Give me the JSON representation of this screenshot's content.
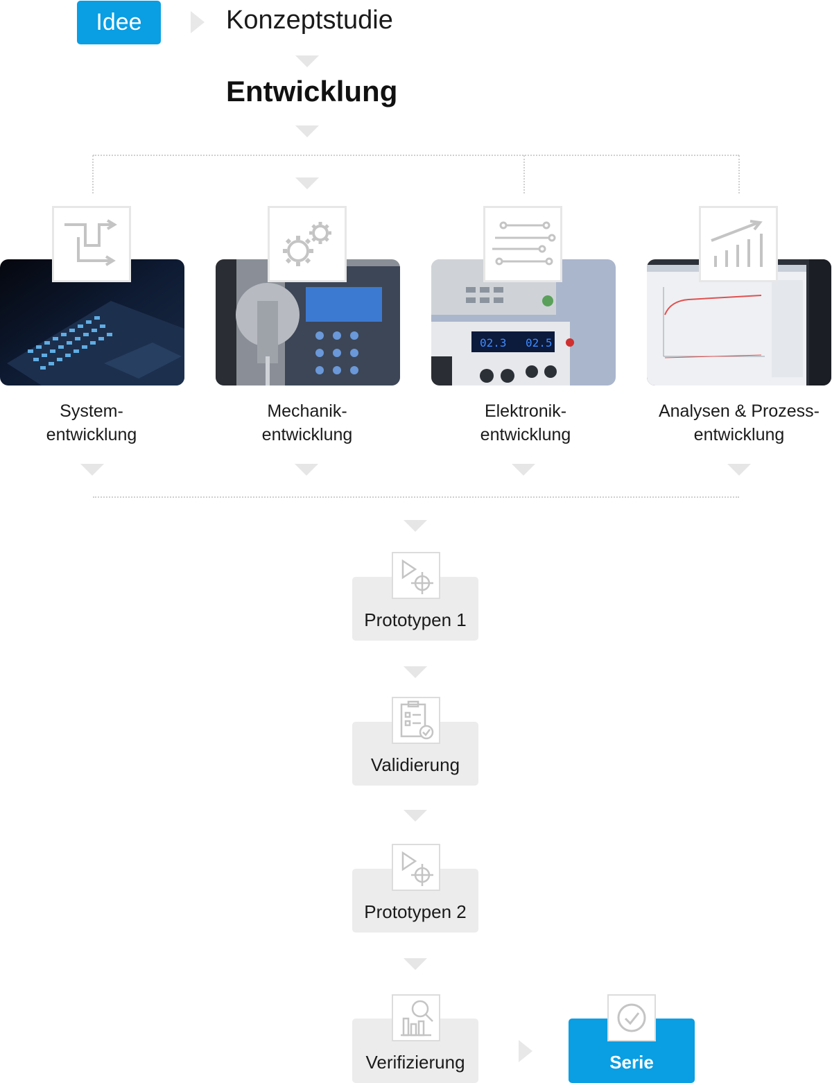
{
  "top": {
    "start_button": "Idee",
    "concept": "Konzeptstudie",
    "development": "Entwicklung"
  },
  "disciplines": [
    {
      "line1": "System-",
      "line2": "entwicklung",
      "icon": "flow-arrows-icon"
    },
    {
      "line1": "Mechanik-",
      "line2": "entwicklung",
      "icon": "gears-icon"
    },
    {
      "line1": "Elektronik-",
      "line2": "entwicklung",
      "icon": "circuit-lines-icon"
    },
    {
      "line1": "Analysen & Prozess-",
      "line2": "entwicklung",
      "icon": "bar-chart-trend-icon"
    }
  ],
  "process": [
    {
      "label": "Prototypen 1",
      "icon": "play-target-icon"
    },
    {
      "label": "Validierung",
      "icon": "checklist-icon"
    },
    {
      "label": "Prototypen 2",
      "icon": "play-target-icon"
    },
    {
      "label": "Verifizierung",
      "icon": "chart-magnifier-icon"
    }
  ],
  "final": {
    "label": "Serie",
    "icon": "check-circle-icon"
  },
  "colors": {
    "accent": "#0a9ee3",
    "arrow": "#e6e6e6",
    "box": "#ececec",
    "dots": "#cfcfcf"
  }
}
